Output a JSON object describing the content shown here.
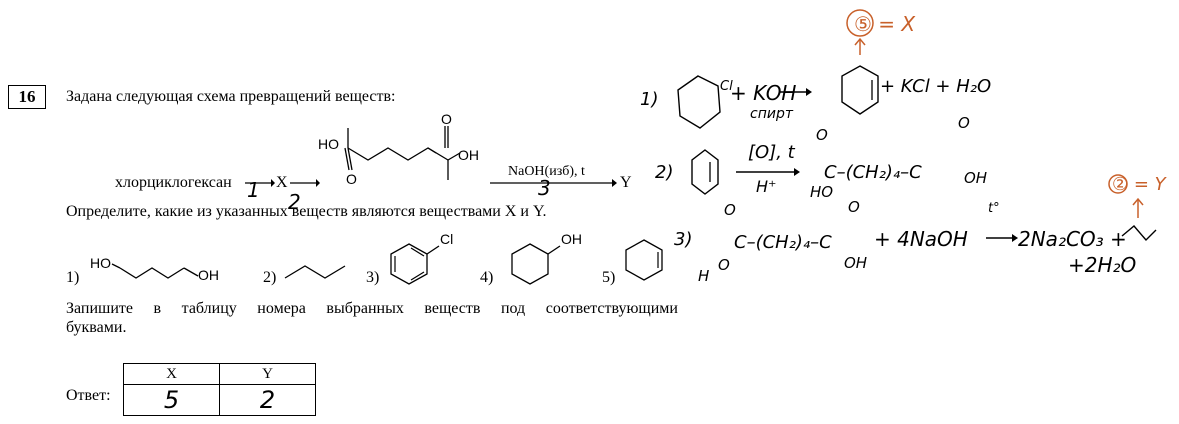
{
  "question": {
    "number": "16",
    "prompt": "Задана следующая схема превращений веществ:",
    "scheme_start": "хлорциклогексан",
    "x_label": "X",
    "y_label": "Y",
    "reagent": "NaOH(изб), t",
    "question_text": "Определите, какие из указанных веществ являются веществами X и Y.",
    "adipic_labels": {
      "ho": "HO",
      "oh": "OH",
      "o1": "O",
      "o2": "O"
    },
    "options": [
      {
        "num": "1)",
        "labels": [
          "HO",
          "OH"
        ]
      },
      {
        "num": "2)"
      },
      {
        "num": "3)",
        "labels": [
          "Cl"
        ]
      },
      {
        "num": "4)",
        "labels": [
          "OH"
        ]
      },
      {
        "num": "5)"
      }
    ],
    "instruction_1": "Запишите в таблицу номера выбранных веществ под соответствующими",
    "instruction_2": "буквами.",
    "answer_label": "Ответ:",
    "table_headers": [
      "X",
      "Y"
    ],
    "table_values": [
      "5",
      "2"
    ]
  },
  "handwriting": {
    "step_marks": [
      "1",
      "2",
      "3"
    ],
    "top_note": "⑤ = X",
    "right_note": "② = Y",
    "r1_num": "1)",
    "r1_reagents": "+ KOH",
    "r1_condition": "спирт",
    "r1_products": "+ KCl + H₂O",
    "r2_num": "2)",
    "r2_condition": "[O], t",
    "r2_catalyst": "H⁺",
    "r2_product": "C–(CH₂)₄–C",
    "r3_num": "3)",
    "r3_reactant": "C–(CH₂)₄–C",
    "r3_reagent": "+ 4NaOH",
    "r3_temp": "t°",
    "r3_products": "2Na₂CO₃ +",
    "r3_water": "+2H₂O",
    "atom_o": "O",
    "atom_ho": "HO",
    "atom_oh": "OH",
    "atom_h": "H",
    "atom_cl": "Cl"
  },
  "colors": {
    "ink": "#000000",
    "orange": "#c8602a"
  }
}
